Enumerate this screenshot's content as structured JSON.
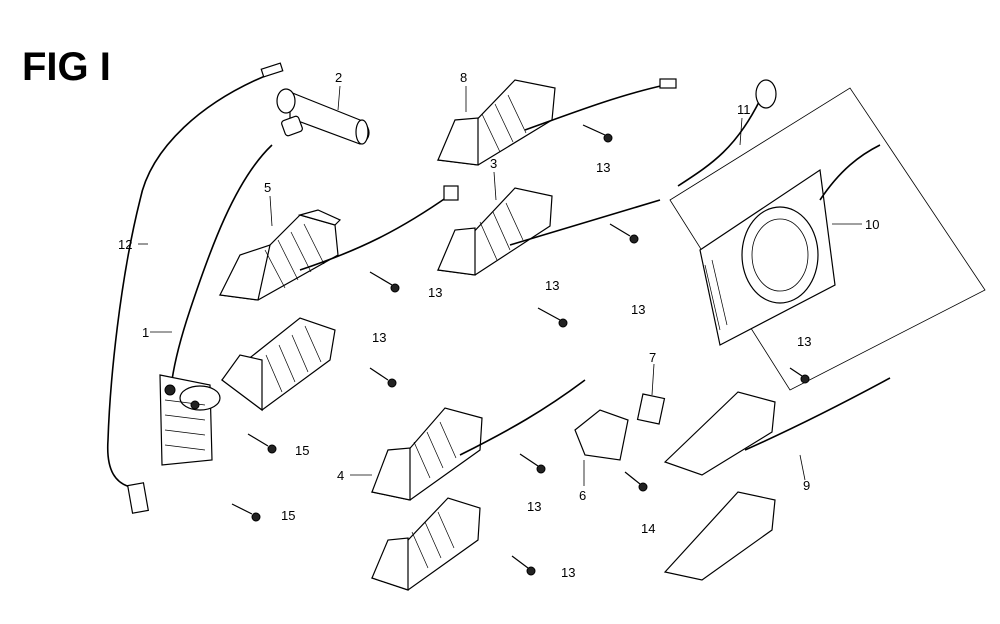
{
  "figure": {
    "title": "FIG I"
  },
  "callouts": {
    "c1": "1",
    "c2": "2",
    "c3": "3",
    "c4": "4",
    "c5": "5",
    "c6": "6",
    "c7": "7",
    "c8": "8",
    "c9": "9",
    "c10": "10",
    "c11": "11",
    "c12": "12",
    "c13a": "13",
    "c13b": "13",
    "c13c": "13",
    "c13d": "13",
    "c13e": "13",
    "c13f": "13",
    "c13g": "13",
    "c13h": "13",
    "c14": "14",
    "c15a": "15",
    "c15b": "15"
  }
}
